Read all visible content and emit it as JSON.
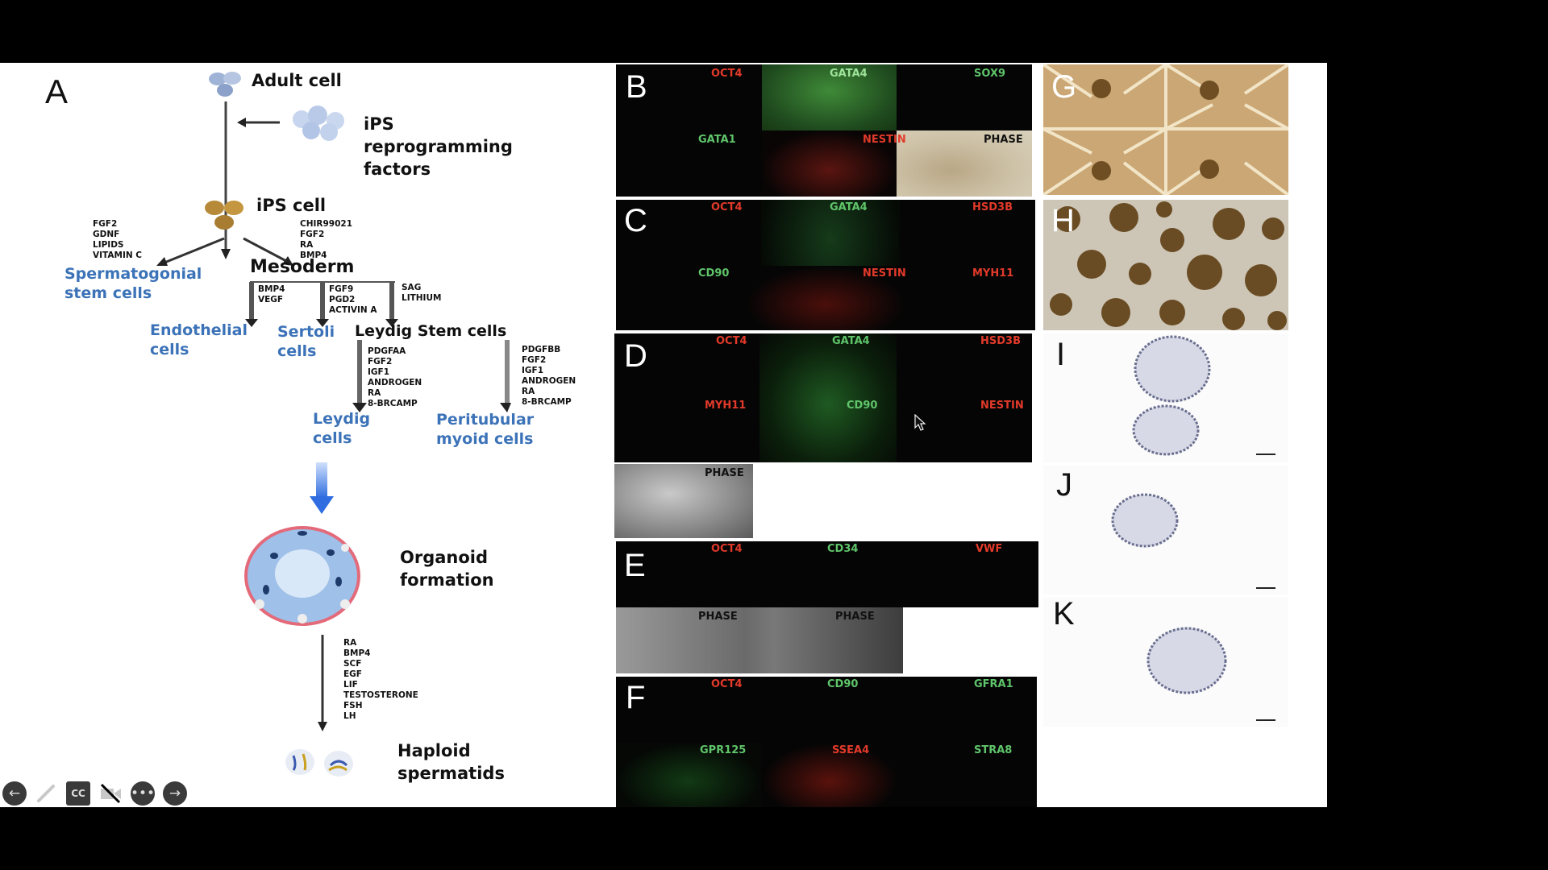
{
  "panel_a": {
    "letter": "A",
    "adult_cell": "Adult cell",
    "ips_reprogramming": [
      "iPS",
      "reprogramming",
      "factors"
    ],
    "ips_cell": "iPS cell",
    "left_factors": [
      "FGF2",
      "GDNF",
      "LIPIDS",
      "VITAMIN C"
    ],
    "right_factors": [
      "CHIR99021",
      "FGF2",
      "RA",
      "BMP4"
    ],
    "spermatogonial": [
      "Spermatogonial",
      "stem cells"
    ],
    "mesoderm": "Mesoderm",
    "endo_factors": [
      "BMP4",
      "VEGF"
    ],
    "sertoli_factors": [
      "FGF9",
      "PGD2",
      "ACTIVIN A"
    ],
    "leydig_stem_factors": [
      "SAG",
      "LITHIUM"
    ],
    "endothelial": [
      "Endothelial",
      "cells"
    ],
    "sertoli": [
      "Sertoli",
      "cells"
    ],
    "leydig_stem": "Leydig Stem cells",
    "leydig_factors": [
      "PDGFAA",
      "FGF2",
      "IGF1",
      "ANDROGEN",
      "RA",
      "8-BRCAMP"
    ],
    "peritubular_factors": [
      "PDGFBB",
      "FGF2",
      "IGF1",
      "ANDROGEN",
      "RA",
      "8-BRCAMP"
    ],
    "leydig": [
      "Leydig",
      "cells"
    ],
    "peritubular": [
      "Peritubular",
      "myoid cells"
    ],
    "organoid": [
      "Organoid",
      "formation"
    ],
    "organoid_factors": [
      "RA",
      "BMP4",
      "SCF",
      "EGF",
      "LIF",
      "TESTOSTERONE",
      "FSH",
      "LH"
    ],
    "haploid": [
      "Haploid",
      "spermatids"
    ]
  },
  "panels": {
    "b": {
      "letter": "B",
      "labels": [
        "OCT4",
        "GATA4",
        "SOX9",
        "GATA1",
        "NESTIN",
        "PHASE"
      ]
    },
    "c": {
      "letter": "C",
      "labels": [
        "OCT4",
        "GATA4",
        "HSD3B",
        "CD90",
        "NESTIN",
        "MYH11"
      ]
    },
    "d": {
      "letter": "D",
      "labels": [
        "OCT4",
        "GATA4",
        "HSD3B",
        "MYH11",
        "CD90",
        "NESTIN",
        "PHASE"
      ]
    },
    "e": {
      "letter": "E",
      "labels": [
        "OCT4",
        "CD34",
        "VWF",
        "PHASE",
        "PHASE"
      ]
    },
    "f": {
      "letter": "F",
      "labels": [
        "OCT4",
        "CD90",
        "GFRA1",
        "GPR125",
        "SSEA4",
        "STRA8"
      ]
    },
    "g": {
      "letter": "G"
    },
    "h": {
      "letter": "H"
    },
    "i": {
      "letter": "I"
    },
    "j": {
      "letter": "J"
    },
    "k": {
      "letter": "K"
    }
  },
  "controls": [
    "back-arrow-icon",
    "pen-icon",
    "captions-icon",
    "video-off-icon",
    "more-icon",
    "forward-arrow-icon"
  ],
  "controls_cc": "CC",
  "colors": {
    "red_label": "#e23a2a",
    "green_label": "#5fc46a",
    "cell_blue": "#3c73b8"
  }
}
